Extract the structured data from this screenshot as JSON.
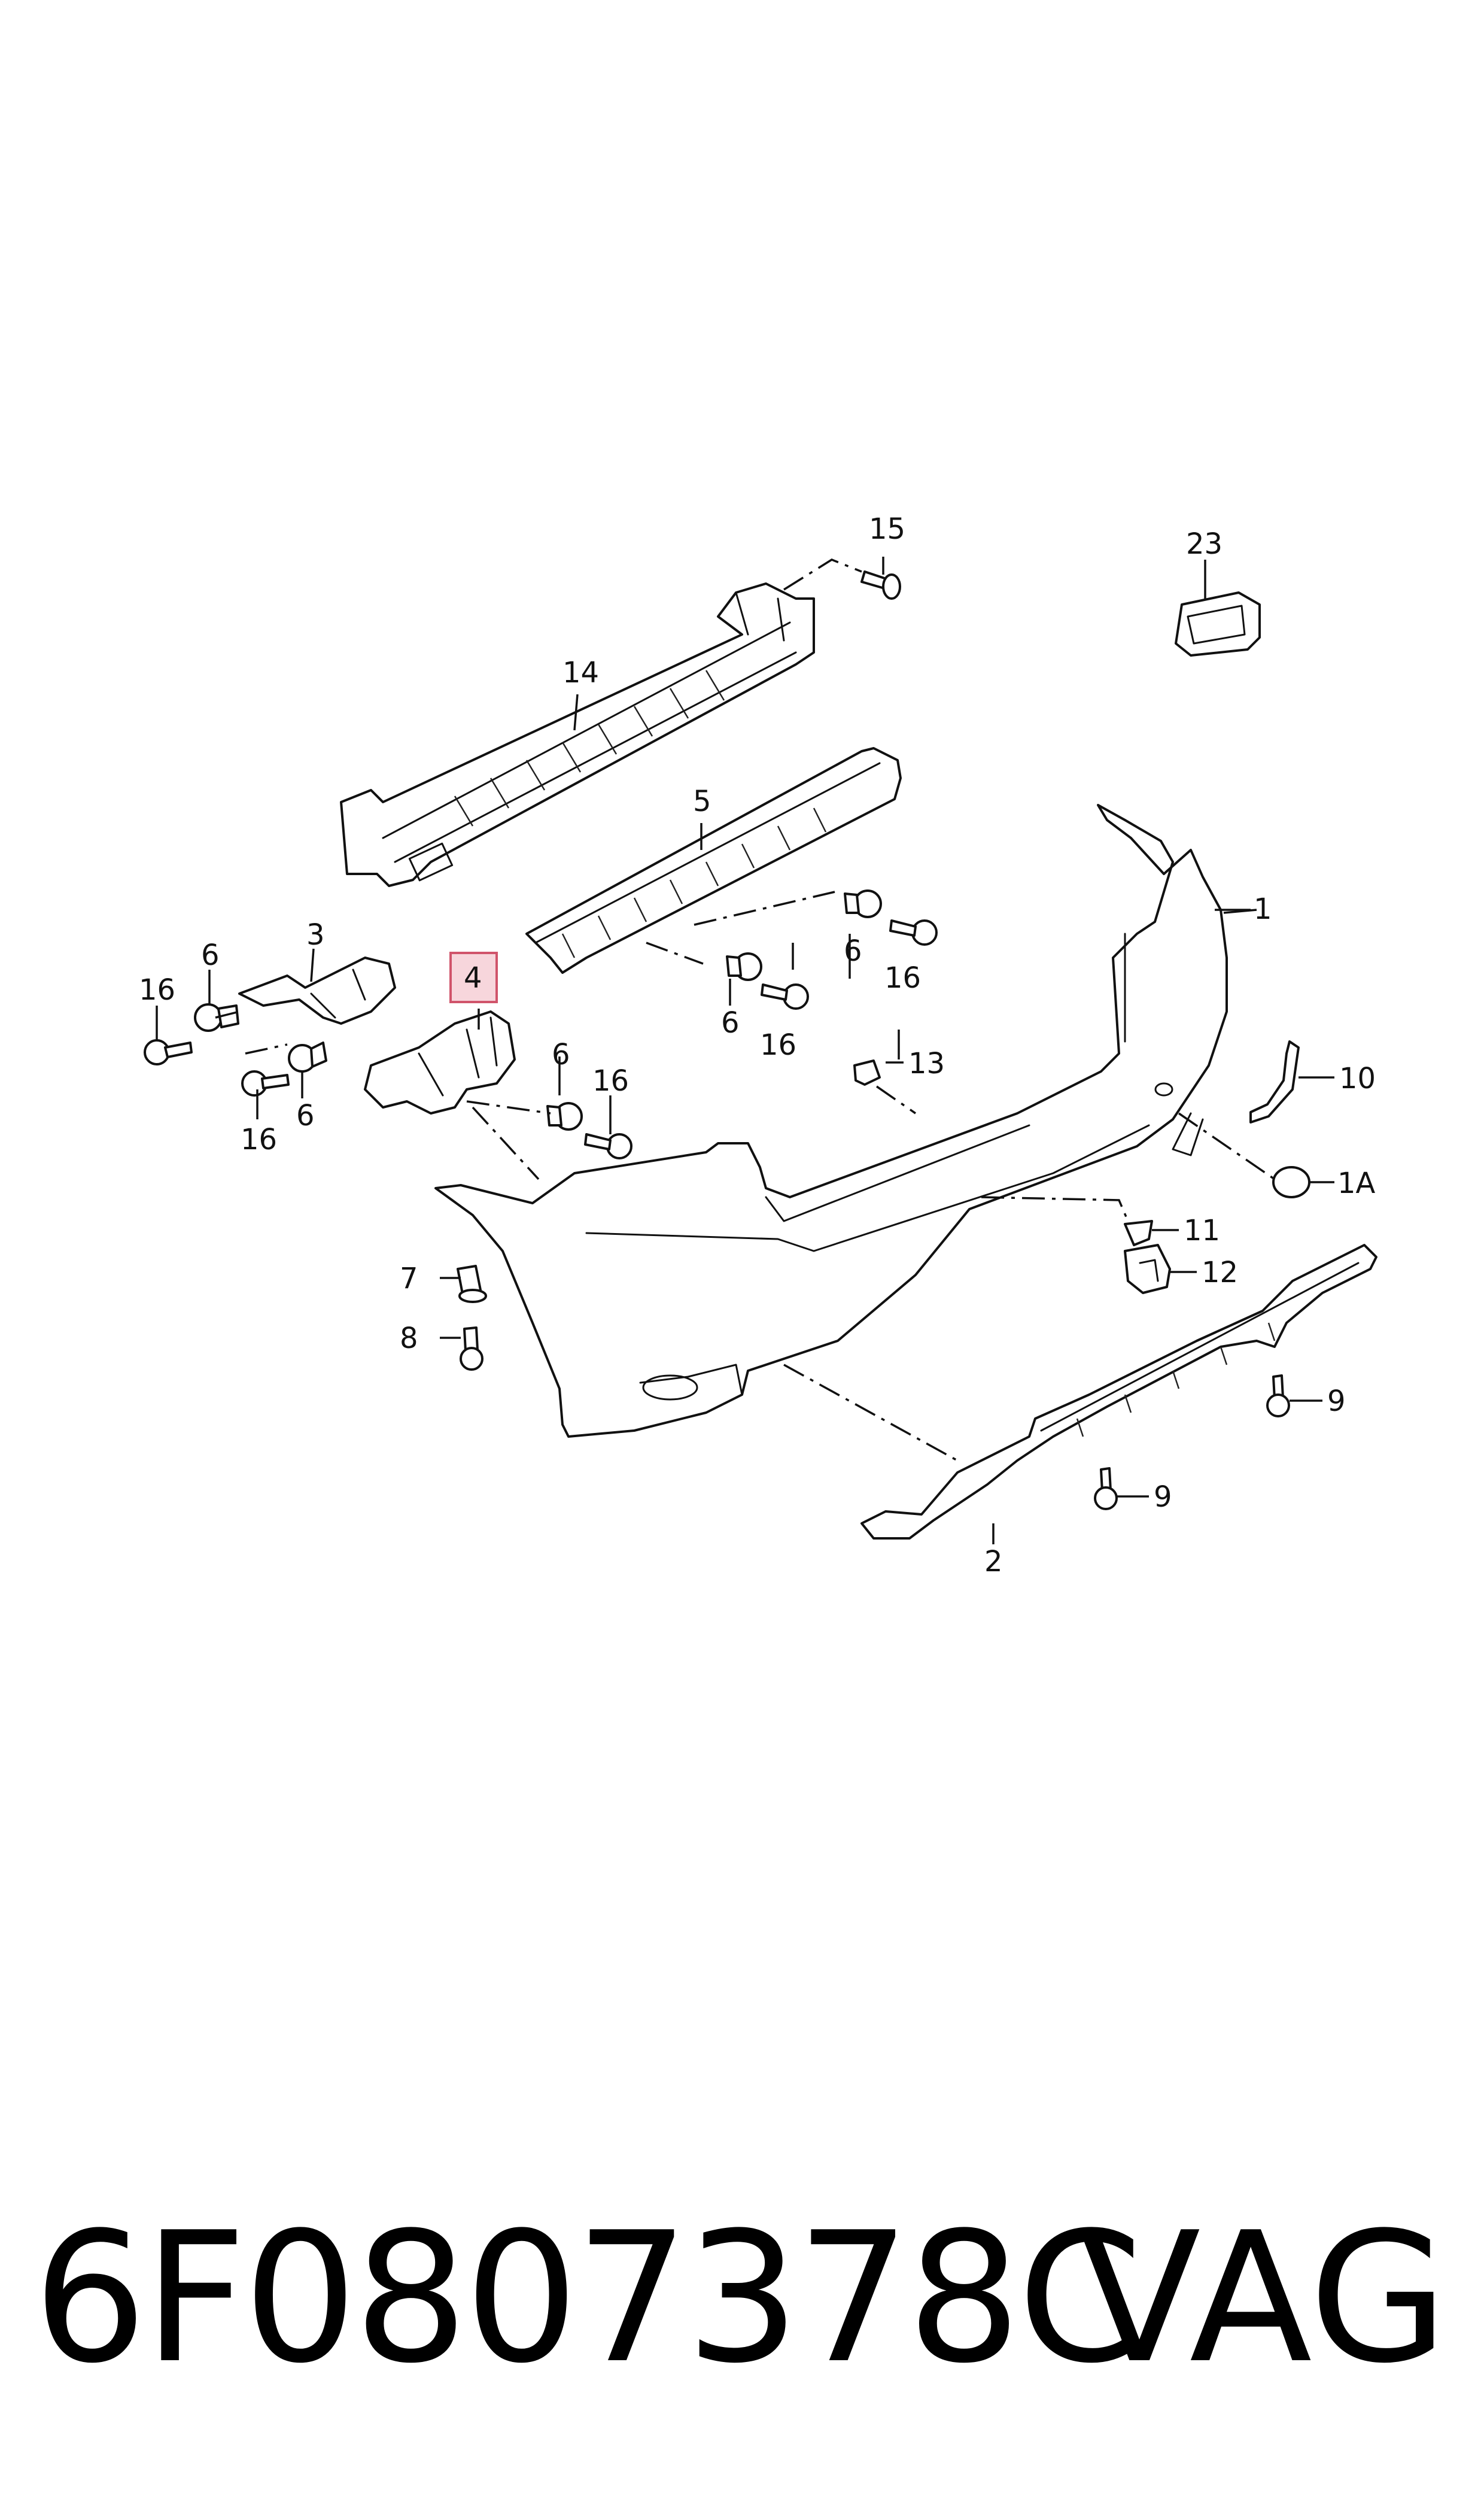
{
  "diagram": {
    "highlight_color": "#f7d6dc",
    "highlight_stroke": "#d0546b",
    "callouts": {
      "c1": "1",
      "c1a": "1A",
      "c2": "2",
      "c3": "3",
      "c4": "4",
      "c5": "5",
      "c6a": "6",
      "c6b": "6",
      "c6c": "6",
      "c6d": "6",
      "c6e": "6",
      "c7": "7",
      "c8": "8",
      "c9a": "9",
      "c9b": "9",
      "c10": "10",
      "c11": "11",
      "c12": "12",
      "c13": "13",
      "c14": "14",
      "c15": "15",
      "c16a": "16",
      "c16b": "16",
      "c16c": "16",
      "c16d": "16",
      "c16e": "16",
      "c23": "23"
    }
  },
  "footer": {
    "part_number": "6F0807378C",
    "brand": "VAG"
  }
}
